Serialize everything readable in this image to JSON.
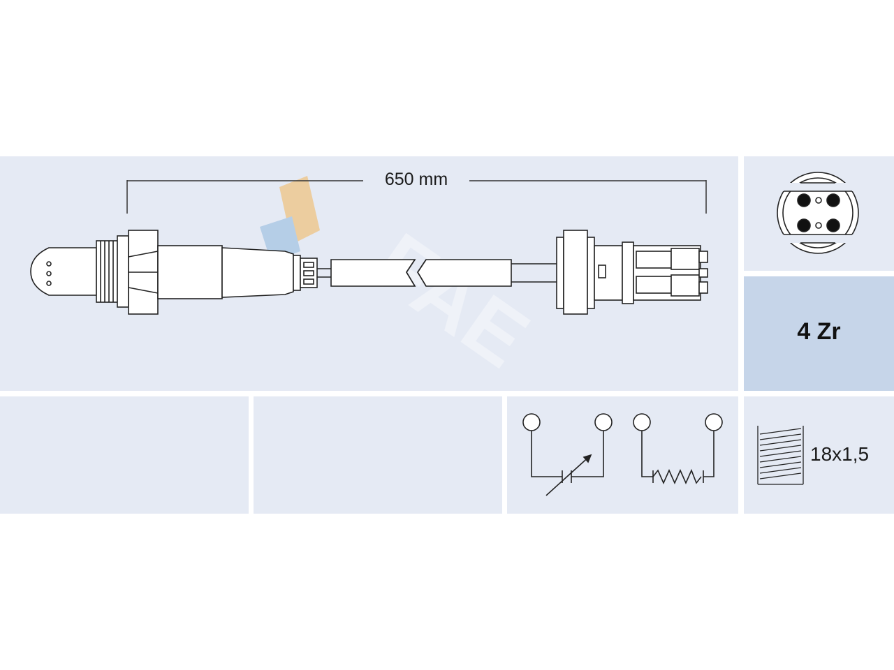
{
  "colors": {
    "panel": "#e5eaf4",
    "accent_panel": "#c6d5e9",
    "line": "#222222",
    "watermark_orange": "#f3b45a",
    "watermark_blue": "#8fb6dc"
  },
  "watermark": {
    "text": "FAE"
  },
  "sensor": {
    "cable_length_label": "650 mm"
  },
  "connector": {
    "pin_count": 4,
    "icon": "round-4-pin-connector-icon"
  },
  "sensor_type": {
    "label": "4 Zr"
  },
  "circuit": {
    "icon": "sensor-and-heater-circuit-icon",
    "elements": [
      "variable-resistor-icon",
      "heater-resistor-icon"
    ]
  },
  "thread": {
    "icon": "thread-icon",
    "label": "18x1,5"
  }
}
